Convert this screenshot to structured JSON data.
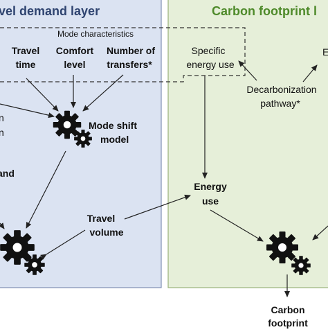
{
  "layers": {
    "demand": {
      "title": "vel demand layer",
      "fill": "#dbe3f2",
      "stroke": "#7f8fb3",
      "title_color": "#2f4470"
    },
    "carbon": {
      "title": "Carbon footprint l",
      "fill": "#e6efd9",
      "stroke": "#9ab27a",
      "title_color": "#4e8a2a"
    }
  },
  "mode_characteristics": {
    "label": "Mode characteristics",
    "items": [
      {
        "line1": "Travel",
        "line2": "time"
      },
      {
        "line1": "Comfort",
        "line2": "level"
      },
      {
        "line1": "Number of",
        "line2": "transfers*"
      }
    ]
  },
  "specific_energy_use": {
    "line1": "Specific",
    "line2": "energy use"
  },
  "decarbonization": {
    "line1": "Decarbonization",
    "line2": "pathway*"
  },
  "mode_shift_model": {
    "line1": "Mode shift",
    "line2": "model"
  },
  "travel_volume": {
    "line1": "Travel",
    "line2": "volume"
  },
  "energy_use": {
    "line1": "Energy",
    "line2": "use"
  },
  "carbon_footprint": {
    "line1": "Carbon",
    "line2": "footprint"
  },
  "partial": {
    "left_and": "and",
    "left_frag1": "n",
    "left_frag2": "n",
    "right_frag": "E"
  },
  "colors": {
    "gear": "#111111",
    "arrow": "#222222"
  }
}
